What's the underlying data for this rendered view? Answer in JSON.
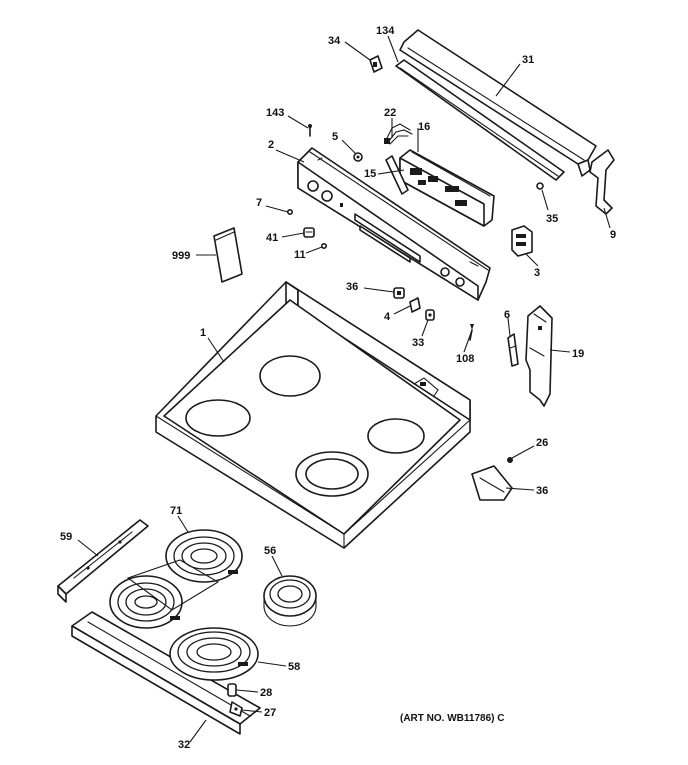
{
  "diagram": {
    "art_number": "(ART NO. WB11786) C",
    "callouts": [
      {
        "id": "c1",
        "text": "1"
      },
      {
        "id": "c2",
        "text": "2"
      },
      {
        "id": "c3",
        "text": "3"
      },
      {
        "id": "c4",
        "text": "4"
      },
      {
        "id": "c5",
        "text": "5"
      },
      {
        "id": "c6",
        "text": "6"
      },
      {
        "id": "c7",
        "text": "7"
      },
      {
        "id": "c9",
        "text": "9"
      },
      {
        "id": "c11",
        "text": "11"
      },
      {
        "id": "c15",
        "text": "15"
      },
      {
        "id": "c16",
        "text": "16"
      },
      {
        "id": "c19",
        "text": "19"
      },
      {
        "id": "c22",
        "text": "22"
      },
      {
        "id": "c26",
        "text": "26"
      },
      {
        "id": "c27",
        "text": "27"
      },
      {
        "id": "c28",
        "text": "28"
      },
      {
        "id": "c31",
        "text": "31"
      },
      {
        "id": "c32",
        "text": "32"
      },
      {
        "id": "c33",
        "text": "33"
      },
      {
        "id": "c34",
        "text": "34"
      },
      {
        "id": "c35",
        "text": "35"
      },
      {
        "id": "c36a",
        "text": "36"
      },
      {
        "id": "c36b",
        "text": "36"
      },
      {
        "id": "c41",
        "text": "41"
      },
      {
        "id": "c56",
        "text": "56"
      },
      {
        "id": "c58",
        "text": "58"
      },
      {
        "id": "c59",
        "text": "59"
      },
      {
        "id": "c71",
        "text": "71"
      },
      {
        "id": "c108",
        "text": "108"
      },
      {
        "id": "c134",
        "text": "134"
      },
      {
        "id": "c143",
        "text": "143"
      },
      {
        "id": "c999",
        "text": "999"
      }
    ]
  }
}
